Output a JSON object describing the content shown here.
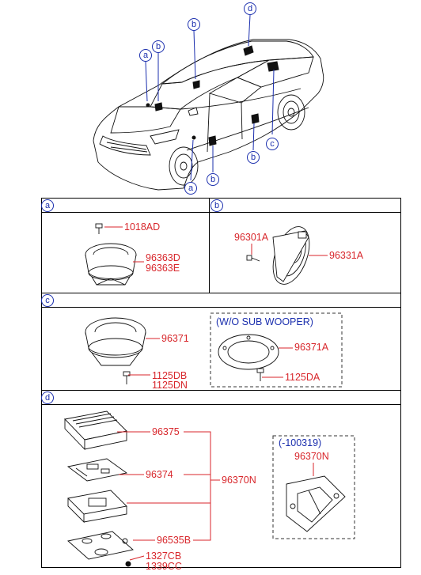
{
  "callout_letters": {
    "a": "a",
    "b": "b",
    "c": "c",
    "d": "d"
  },
  "sections": {
    "a": {
      "letter": "a",
      "parts": [
        "1018AD",
        "96363D",
        "96363E"
      ]
    },
    "b": {
      "letter": "b",
      "parts": [
        "96301A",
        "96331A"
      ]
    },
    "c": {
      "letter": "c",
      "parts": [
        "96371",
        "1125DB",
        "1125DN"
      ],
      "variant_note": "(W/O SUB WOOPER)",
      "variant_parts": [
        "96371A",
        "1125DA"
      ]
    },
    "d": {
      "letter": "d",
      "parts": [
        "96375",
        "96374",
        "96535B",
        "1327CB",
        "1339CC"
      ],
      "assembly": "96370N",
      "variant_note": "(-100319)",
      "variant_part": "96370N"
    }
  }
}
